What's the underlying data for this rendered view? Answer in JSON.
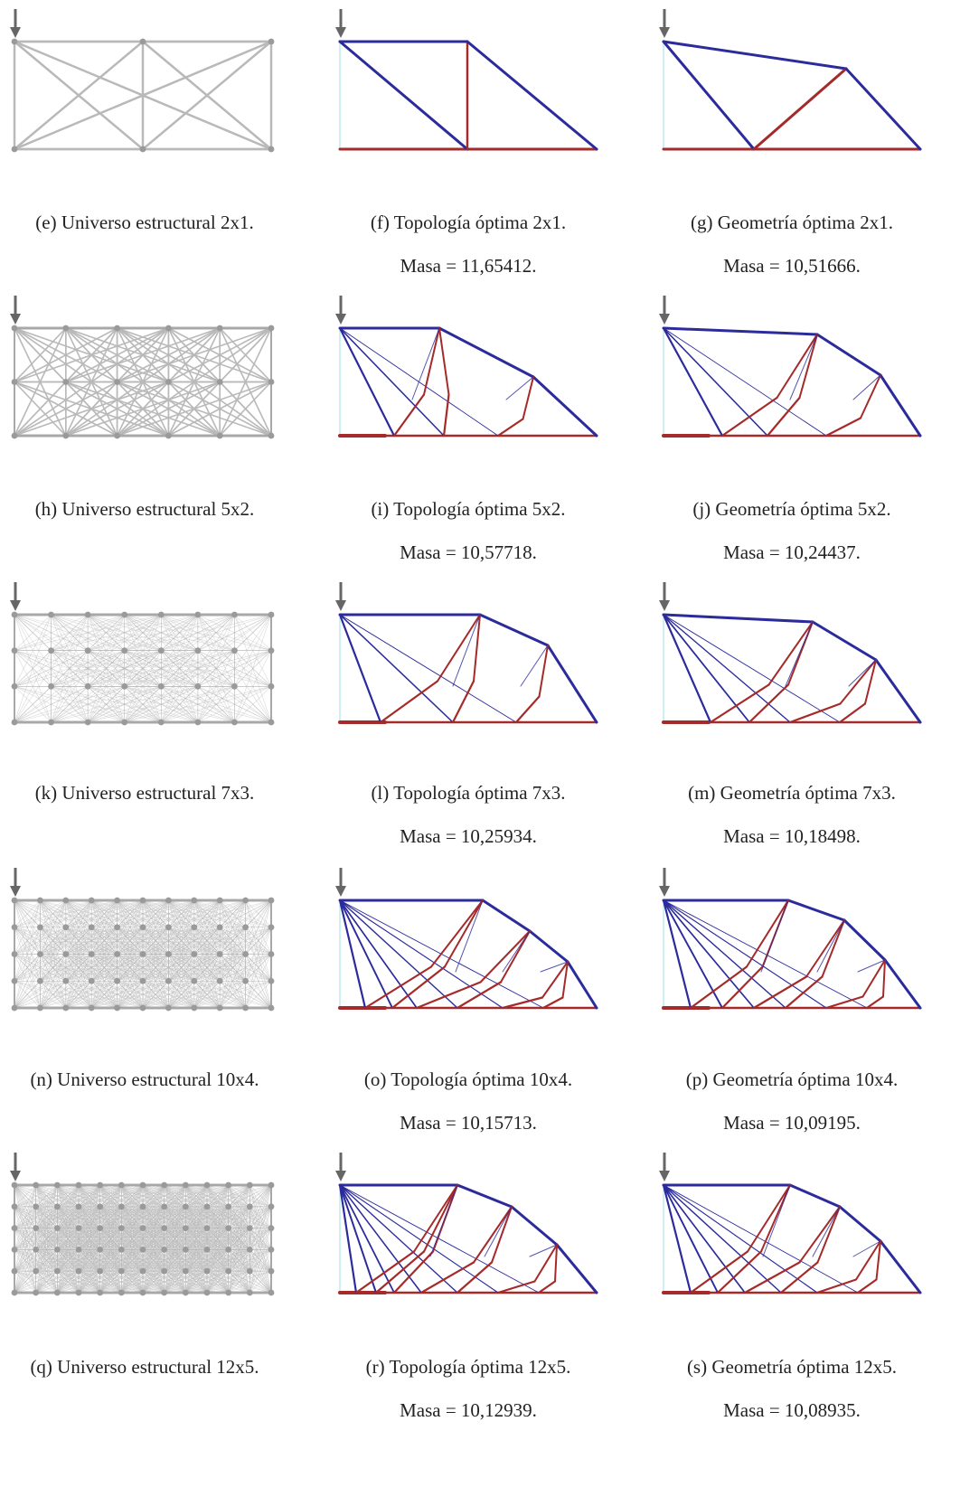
{
  "rows": [
    {
      "universe": {
        "caption": "(e) Universo estructural 2x1.",
        "nx": 2,
        "ny": 1,
        "density": "sparse"
      },
      "topology": {
        "caption": "(f) Topología óptima 2x1.",
        "mass": "Masa = 11,65412."
      },
      "geometry": {
        "caption": "(g) Geometría óptima 2x1.",
        "mass": "Masa = 10,51666."
      }
    },
    {
      "universe": {
        "caption": "(h) Universo estructural 5x2.",
        "nx": 5,
        "ny": 2,
        "density": "medium"
      },
      "topology": {
        "caption": "(i) Topología óptima 5x2.",
        "mass": "Masa = 10,57718."
      },
      "geometry": {
        "caption": "(j) Geometría óptima 5x2.",
        "mass": "Masa = 10,24437."
      }
    },
    {
      "universe": {
        "caption": "(k) Universo estructural 7x3.",
        "nx": 7,
        "ny": 3,
        "density": "dense"
      },
      "topology": {
        "caption": "(l) Topología óptima 7x3.",
        "mass": "Masa = 10,25934."
      },
      "geometry": {
        "caption": "(m) Geometría óptima 7x3.",
        "mass": "Masa = 10,18498."
      }
    },
    {
      "universe": {
        "caption": "(n) Universo estructural 10x4.",
        "nx": 10,
        "ny": 4,
        "density": "dense"
      },
      "topology": {
        "caption": "(o) Topología óptima 10x4.",
        "mass": "Masa = 10,15713."
      },
      "geometry": {
        "caption": "(p) Geometría óptima 10x4.",
        "mass": "Masa = 10,09195."
      }
    },
    {
      "universe": {
        "caption": "(q) Universo estructural 12x5.",
        "nx": 12,
        "ny": 5,
        "density": "dense"
      },
      "topology": {
        "caption": "(r) Topología óptima 12x5.",
        "mass": "Masa = 10,12939."
      },
      "geometry": {
        "caption": "(s) Geometría óptima 12x5.",
        "mass": "Masa = 10,08935."
      }
    }
  ],
  "colors": {
    "compression": "#2b2b9c",
    "tension": "#a52a2a",
    "universe_bar": "#b9b9b9",
    "node": "#9a9a9a",
    "load_arrow": "#666666",
    "support": "#9fe0e0"
  }
}
